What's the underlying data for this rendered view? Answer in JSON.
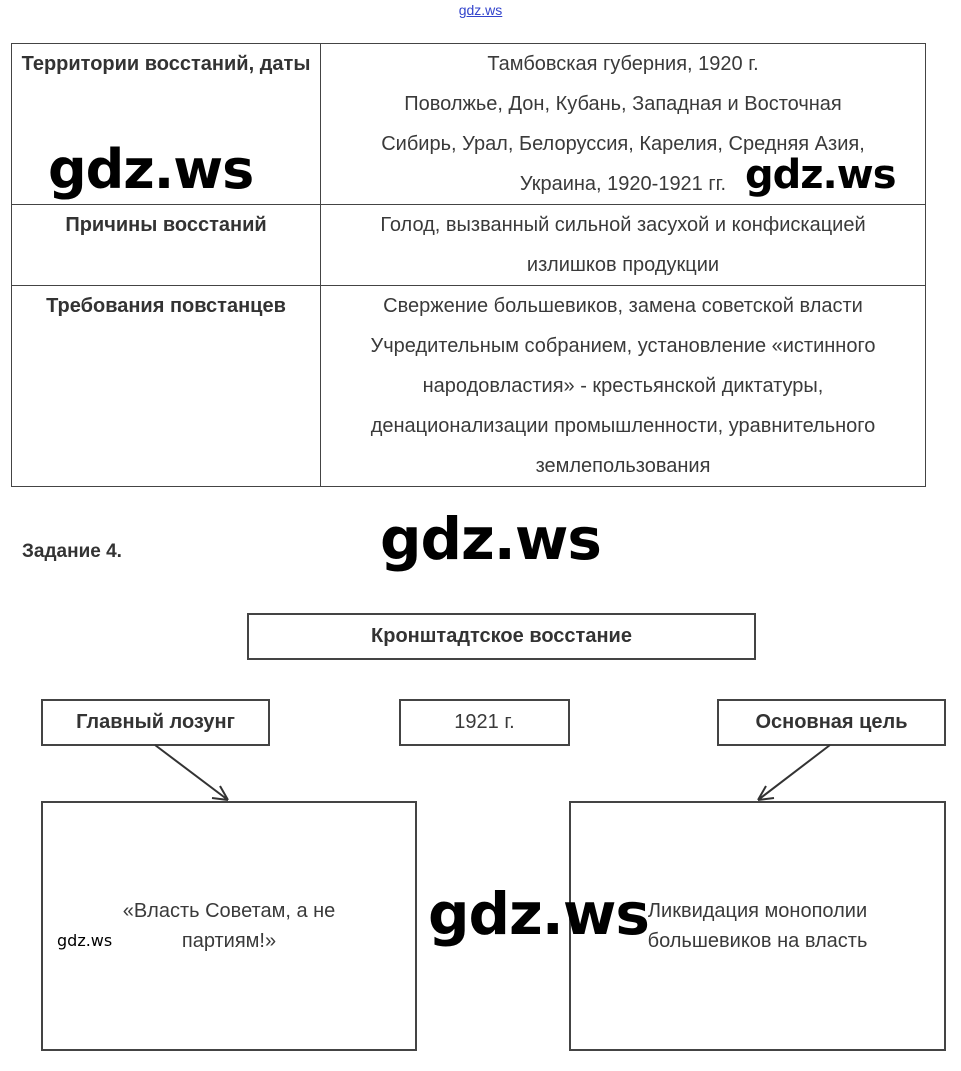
{
  "watermark_link": "gdz.ws",
  "watermark": "gdz.ws",
  "table": {
    "rows": [
      {
        "header": "Территории восстаний, даты",
        "lines": [
          "Тамбовская губерния, 1920 г.",
          "Поволжье, Дон, Кубань, Западная и Восточная",
          "Сибирь, Урал, Белоруссия, Карелия, Средняя Азия,",
          "Украина, 1920-1921 гг."
        ]
      },
      {
        "header": "Причины восстаний",
        "lines": [
          "Голод, вызванный сильной засухой и конфискацией",
          "излишков продукции"
        ]
      },
      {
        "header": "Требования повстанцев",
        "lines": [
          "Свержение большевиков, замена советской власти",
          "Учредительным собранием, установление «истинного",
          "народовластия» - крестьянской диктатуры,",
          "денационализации промышленности, уравнительного",
          "землепользования"
        ]
      }
    ]
  },
  "task_label": "Задание 4.",
  "diagram": {
    "title": "Кронштадтское восстание",
    "left_label": "Главный лозунг",
    "center_label": "1921 г.",
    "right_label": "Основная цель",
    "left_content": [
      "«Власть Советам, а не",
      "партиям!»"
    ],
    "right_content": [
      "Ликвидация монополии",
      "большевиков на власть"
    ]
  }
}
